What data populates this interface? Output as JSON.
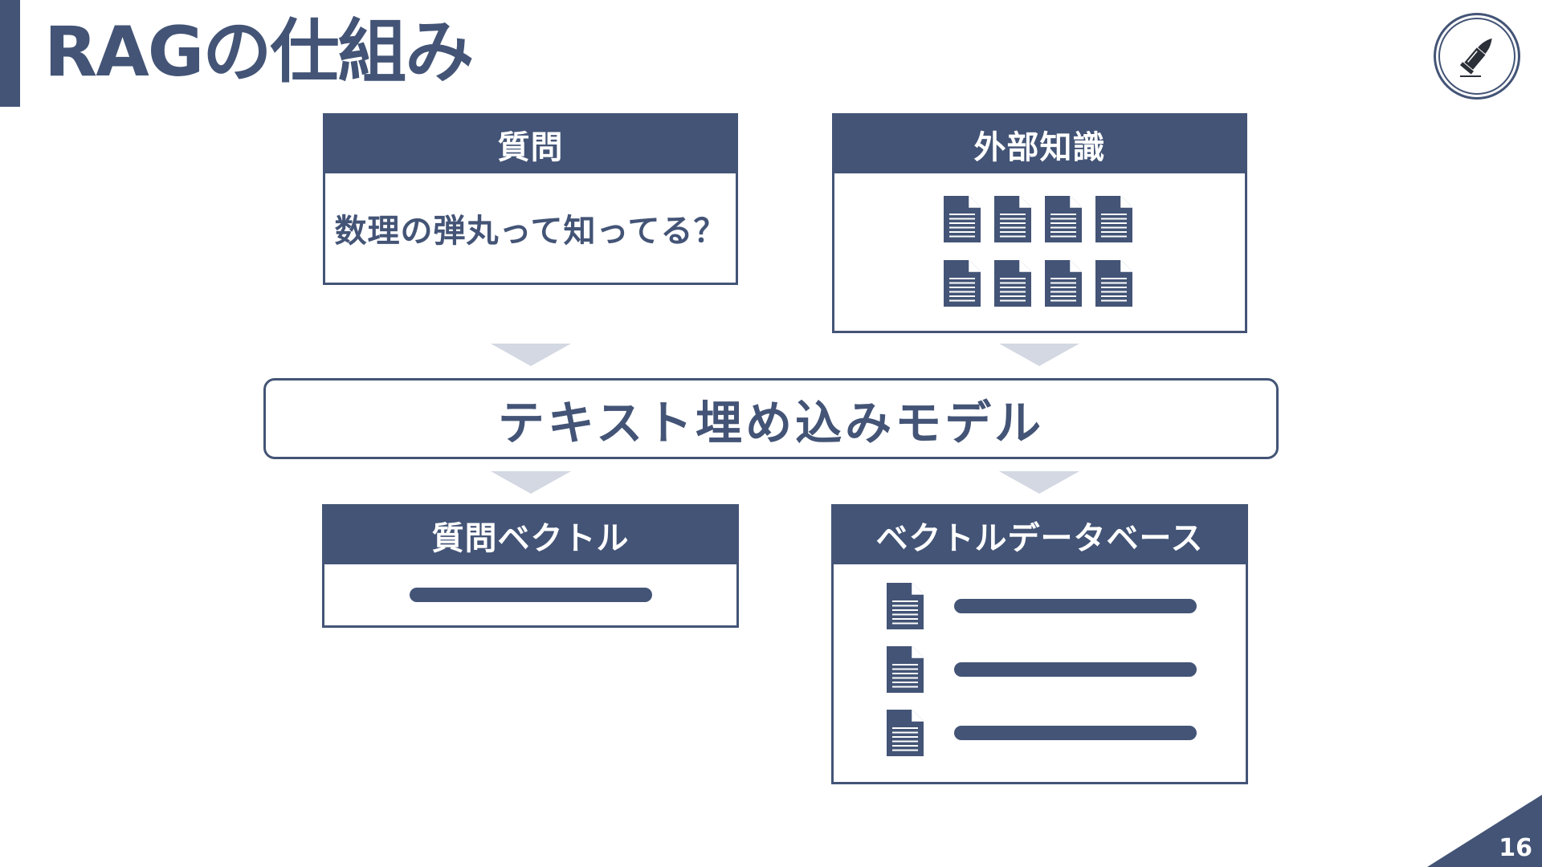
{
  "slide": {
    "title": "RAGの仕組み",
    "page_number": "16"
  },
  "question_box": {
    "header": "質問",
    "text": "数理の弾丸って知ってる？"
  },
  "knowledge_box": {
    "header": "外部知識",
    "document_count": 8
  },
  "model_box": {
    "label": "テキスト埋め込みモデル"
  },
  "question_vector_box": {
    "header": "質問ベクトル"
  },
  "vector_db_box": {
    "header": "ベクトルデータベース",
    "row_count": 3
  },
  "icons": {
    "logo": "bullet-icon",
    "document": "document-icon",
    "arrow": "chevron-down-icon"
  },
  "colors": {
    "primary": "#435476",
    "arrow": "#d3d8e2",
    "background": "#ffffff"
  }
}
